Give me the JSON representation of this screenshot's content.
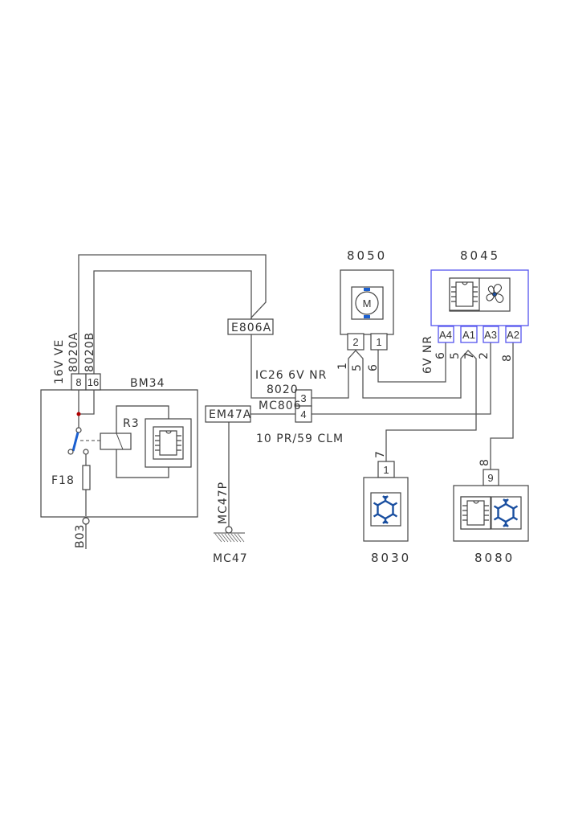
{
  "components": {
    "bm34": {
      "label": "BM34",
      "pins": [
        "8",
        "16"
      ],
      "relay": "R3",
      "fuse": "F18",
      "ground": "B03"
    },
    "e806a": {
      "label": "E806A"
    },
    "em47a": {
      "label": "EM47A",
      "wire": "MC47P",
      "ground": "MC47"
    },
    "connector": {
      "pins": [
        "3",
        "4"
      ],
      "wire3": "8020",
      "wire4": "MC806"
    },
    "m8050": {
      "label": "8050",
      "pins": [
        "2",
        "1"
      ],
      "motor": "M"
    },
    "m8045": {
      "label": "8045",
      "pins": [
        "A4",
        "A1",
        "A3",
        "A2"
      ]
    },
    "m8030": {
      "label": "8030",
      "pin": "1"
    },
    "m8080": {
      "label": "8080",
      "pin": "9"
    }
  },
  "wire_labels": {
    "harness1": "16V VE",
    "w8020a": "8020A",
    "w8020b": "8020B",
    "ic26": "IC26 6V NR",
    "clm": "10 PR/59 CLM",
    "v6nr": "6V NR",
    "n1": "1",
    "n5a": "5",
    "n6a": "6",
    "n6b": "6",
    "n5b": "5",
    "n7a": "7",
    "n2": "2",
    "n8a": "8",
    "n7b": "7",
    "n8b": "8"
  },
  "colors": {
    "wire": "#555555",
    "highlight": "#5555ee",
    "switch": "#1a5fd0",
    "junction": "#b00000",
    "icon": "#1a4fa0"
  }
}
